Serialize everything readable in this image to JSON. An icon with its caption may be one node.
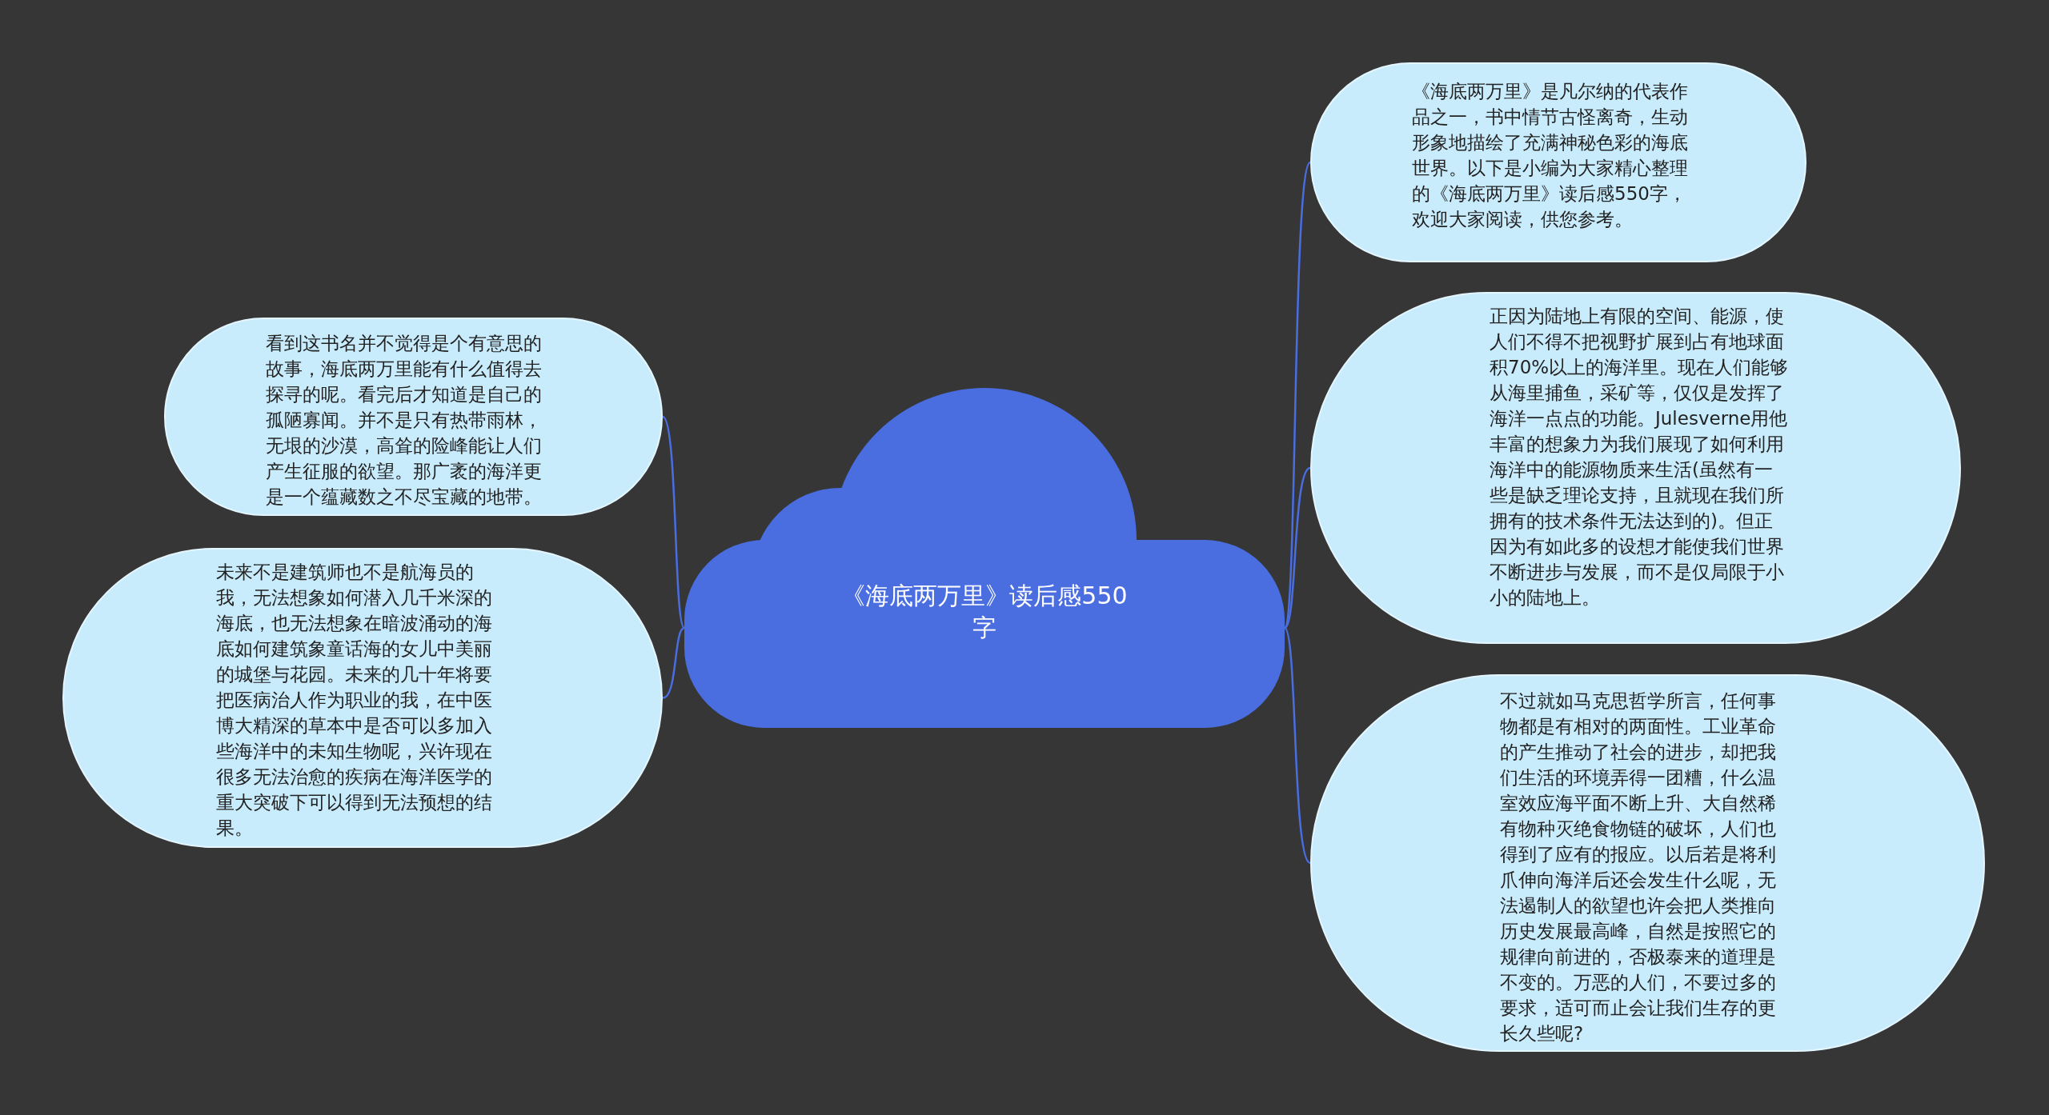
{
  "diagram": {
    "nodes": [
      {
        "text": [
          "《海底两万里》读后感550字"
        ]
      },
      {
        "text": [
          "《海底两万里》是凡尔纳的代表作品之一，书中情节古怪离奇，生动形象地描绘了充满神秘色彩的海底世界。以下是小编为大家精心整理的《海底两万里》读后感550字，欢迎大家阅读，供您参考。"
        ]
      },
      {
        "text": [
          "正因为陆地上有限的空间、能源，使人们不得不把视野扩展到占有地球面积70%以上的海洋里。现在人们能够从海里捕鱼，采矿等，仅仅是发挥了海洋一点点的功能。Julesverne用他丰富的想象力为我们展现了如何利用海洋中的能源物质来生活(虽然有一些是缺乏理论支持，且就现在我们所拥有的技术条件无法达到的)。但正因为有如此多的设想才能使我们世界不断进步与发展，而不是仅局限于小小的陆地上。"
        ]
      },
      {
        "text": [
          "不过就如马克思哲学所言，任何事物都是有相对的两面性。工业革命的产生推动了社会的进步，却把我们生活的环境弄得一团糟，什么温室效应海平面不断上升、大自然稀有物种灭绝食物链的破坏，人们也得到了应有的报应。以后若是将利爪伸向海洋后还会发生什么呢，无法遏制人的欲望也许会把人类推向历史发展最高峰，自然是按照它的规律向前进的，否极泰来的道理是不变的。万恶的人们，不要过多的要求，适可而止会让我们生存的更长久些呢?"
        ]
      },
      {
        "text": [
          "看到这书名并不觉得是个有意思的故事，海底两万里能有什么值得去探寻的呢。看完后才知道是自己的孤陋寡闻。并不是只有热带雨林，无垠的沙漠，高耸的险峰能让人们产生征服的欲望。那广袤的海洋更是一个蕴藏数之不尽宝藏的地带。"
        ]
      },
      {
        "text": [
          "未来不是建筑师也不是航海员的我，无法想象如何潜入几千米深的海底，也无法想象在暗波涌动的海底如何建筑象童话海的女儿中美丽的城堡与花园。未来的几十年将要把医病治人作为职业的我，在中医博大精深的草本中是否可以多加入些海洋中的未知生物呢，兴许现在很多无法治愈的疾病在海洋医学的重大突破下可以得到无法预想的结果。"
        ]
      }
    ],
    "edges": [
      {
        "from": 0,
        "to": 1,
        "arrow": "none"
      },
      {
        "from": 0,
        "to": 2,
        "arrow": "none"
      },
      {
        "from": 0,
        "to": 3,
        "arrow": "none"
      },
      {
        "from": 0,
        "to": 4,
        "arrow": "none"
      },
      {
        "from": 0,
        "to": 5,
        "arrow": "none"
      }
    ]
  }
}
